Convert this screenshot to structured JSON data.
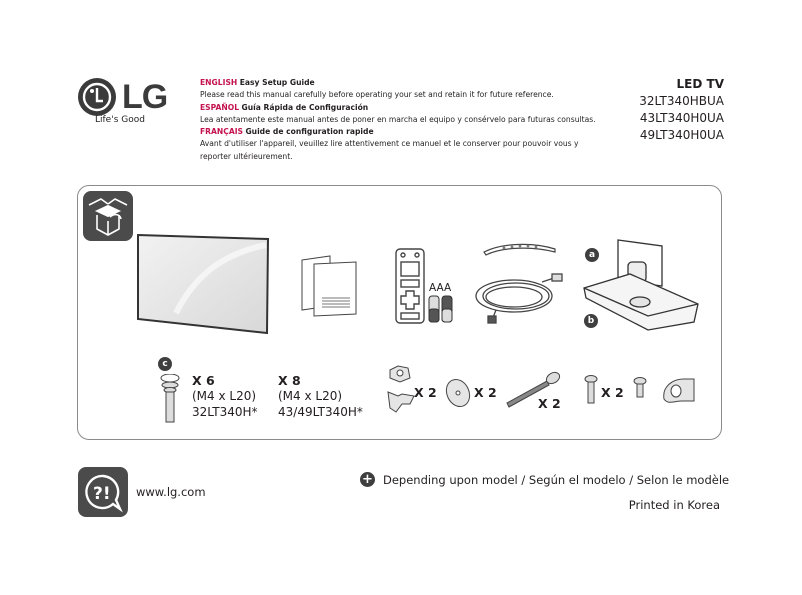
{
  "brand": {
    "logo_text": "LG",
    "tagline": "Life's Good"
  },
  "intro": [
    {
      "lang": "ENGLISH",
      "title": "Easy Setup Guide",
      "body": "Please read this manual carefully before operating your set and retain it for future reference."
    },
    {
      "lang": "ESPAÑOL",
      "title": "Guía Rápida de Configuración",
      "body": "Lea atentamente este manual antes de poner en marcha el equipo y consérvelo para futuras consultas."
    },
    {
      "lang": "FRANÇAIS",
      "title": "Guide de configuration rapide",
      "body": "Avant d'utiliser l'appareil, veuillez lire attentivement ce manuel et le conserver pour pouvoir vous y reporter ultérieurement."
    }
  ],
  "product": {
    "type": "LED TV",
    "models": [
      "32LT340HBUA",
      "43LT340H0UA",
      "49LT340H0UA"
    ]
  },
  "contents": {
    "box_icon": "open-box-icon",
    "items": {
      "tv": "tv-panel",
      "manuals": "manuals",
      "remote": "remote-control",
      "battery_label": "AAA",
      "cable_tie": "cable-tie",
      "power_cord": "power-cord",
      "stand_body_label": "a",
      "stand_base_label": "b"
    },
    "screws": {
      "badge": "c",
      "groups": [
        {
          "qty": "X 6",
          "size": "(M4 x L20)",
          "model": "32LT340H*"
        },
        {
          "qty": "X 8",
          "size": "(M4 x L20)",
          "model": "43/49LT340H*"
        }
      ]
    },
    "hardware": [
      {
        "name": "nut-and-wing-nut",
        "qty": "X 2"
      },
      {
        "name": "washer",
        "qty": "X 2"
      },
      {
        "name": "bolt",
        "qty": "X 2"
      },
      {
        "name": "screw",
        "qty": "X 2"
      }
    ]
  },
  "footer": {
    "url": "www.lg.com",
    "note": "Depending upon model / Según el modelo / Selon le modèle",
    "printed": "Printed in Korea"
  },
  "colors": {
    "accent": "#c4124f",
    "icon_bg": "#4b4b4b",
    "text": "#231f20"
  }
}
